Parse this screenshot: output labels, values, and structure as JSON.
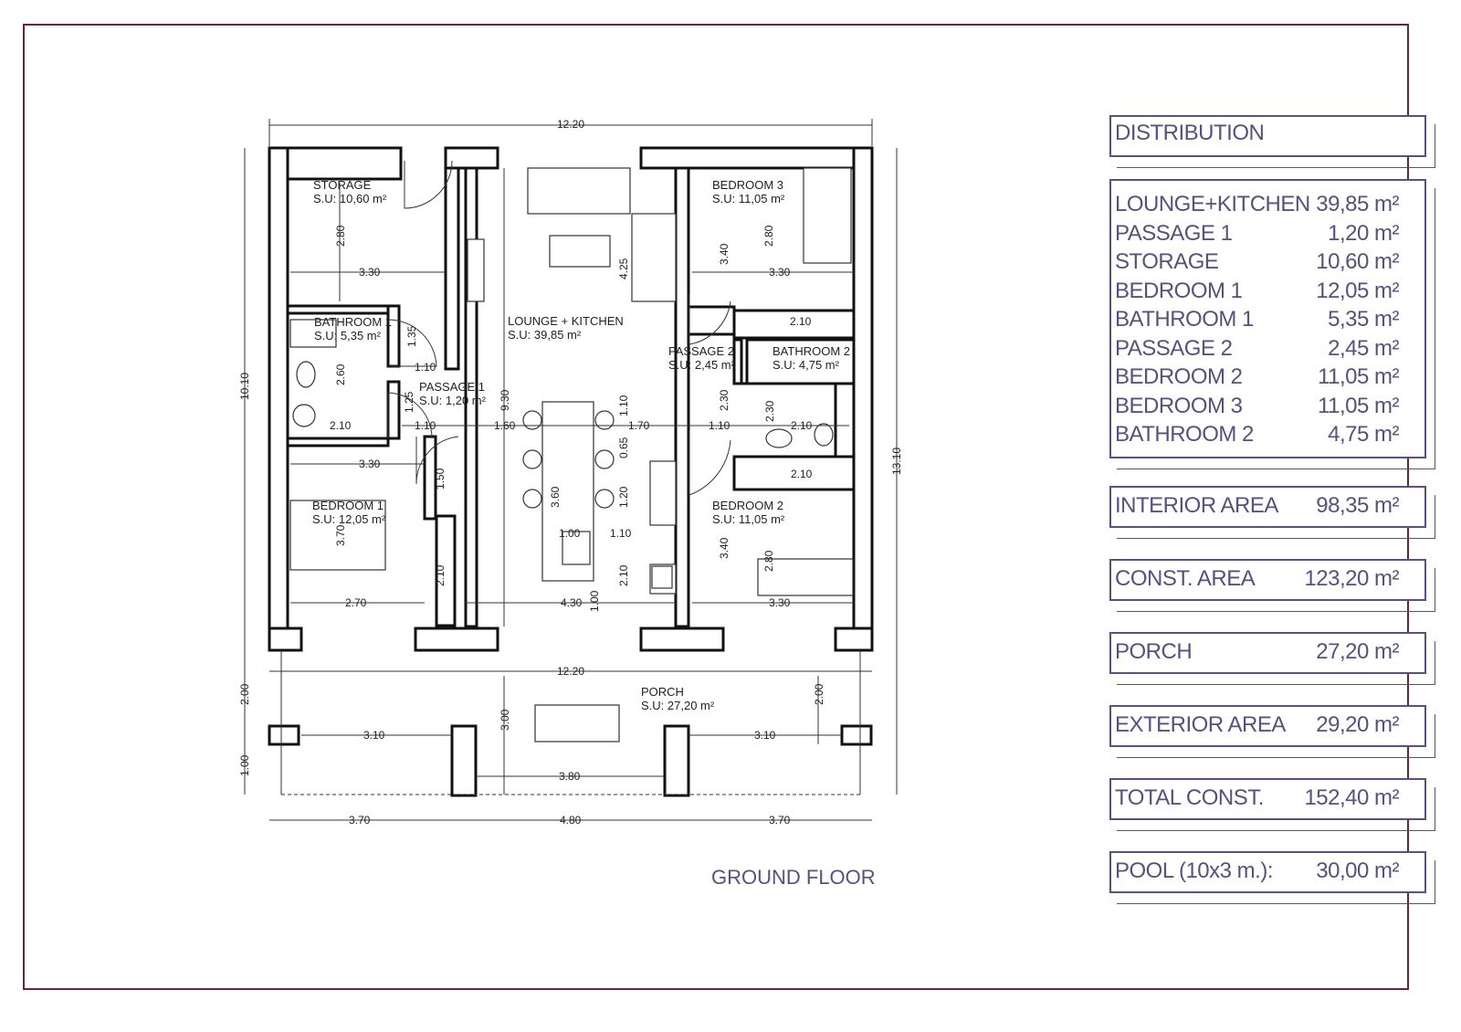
{
  "drawing_title": "GROUND FLOOR",
  "overall_dims": {
    "top_width": "12.20",
    "porch_width": "12.20",
    "left_height": "10.10",
    "right_height": "13.10",
    "porch_depth_left": "2.00",
    "porch_extra_left": "1.00",
    "bottom_left": "3.70",
    "bottom_mid": "4.80",
    "bottom_right": "3.70"
  },
  "rooms": {
    "storage": {
      "name": "STORAGE",
      "area": "S.U: 10,60 m²"
    },
    "bathroom1": {
      "name": "BATHROOM 1",
      "area": "S.U: 5,35 m²"
    },
    "passage1": {
      "name": "PASSAGE 1",
      "area": "S.U: 1,20 m²"
    },
    "bedroom1": {
      "name": "BEDROOM 1",
      "area": "S.U: 12,05 m²"
    },
    "lounge": {
      "name": "LOUNGE + KITCHEN",
      "area": "S.U: 39,85 m²"
    },
    "bedroom3": {
      "name": "BEDROOM 3",
      "area": "S.U: 11,05 m²"
    },
    "passage2": {
      "name": "PASSAGE 2",
      "area": "S.U: 2,45 m²"
    },
    "bathroom2": {
      "name": "BATHROOM 2",
      "area": "S.U: 4,75 m²"
    },
    "bedroom2": {
      "name": "BEDROOM 2",
      "area": "S.U: 11,05 m²"
    },
    "porch": {
      "name": "PORCH",
      "area": "S.U: 27,20 m²"
    }
  },
  "inner_dims": {
    "storage_w": "3.30",
    "storage_h": "2.80",
    "bath1_h": "2.60",
    "bath1_w": "2.10",
    "p1_a": "1.35",
    "p1_b": "1.10",
    "p1_c": "1.25",
    "p1_d": "1.10",
    "bed1_w": "3.30",
    "bed1_h": "3.70",
    "bed1_w2": "2.70",
    "bed1_d1": "1.50",
    "bed1_d2": "2.10",
    "lounge_h": "9.30",
    "lounge_k": "4.25",
    "lounge_w": "4.30",
    "lounge_a": "1.60",
    "lounge_b": "1.10",
    "lounge_c": "0.65",
    "lounge_d": "1.70",
    "lounge_e": "3.60",
    "lounge_f": "1.20",
    "lounge_g": "1.00",
    "lounge_h2": "1.10",
    "lounge_i": "2.10",
    "lounge_j": "1.00",
    "bed3_w": "3.30",
    "bed3_h": "2.80",
    "bed3_h2": "3.40",
    "p2_w": "2.10",
    "p2_h": "2.30",
    "p2_b": "1.10",
    "bath2_w": "2.10",
    "bath2_h": "2.30",
    "bed2_top": "2.10",
    "bed2_h": "3.40",
    "bed2_h2": "2.80",
    "bed2_w": "3.30",
    "porch_l": "3.10",
    "porch_r": "3.10",
    "porch_mid": "3.80",
    "porch_depth": "3.00",
    "porch_r_depth": "2.00"
  },
  "distribution": {
    "header": "DISTRIBUTION",
    "items": [
      {
        "label": "LOUNGE+KITCHEN",
        "value": "39,85 m²"
      },
      {
        "label": "PASSAGE 1",
        "value": "1,20 m²"
      },
      {
        "label": "STORAGE",
        "value": "10,60 m²"
      },
      {
        "label": "BEDROOM 1",
        "value": "12,05 m²"
      },
      {
        "label": "BATHROOM 1",
        "value": "5,35 m²"
      },
      {
        "label": "PASSAGE 2",
        "value": "2,45 m²"
      },
      {
        "label": "BEDROOM 2",
        "value": "11,05 m²"
      },
      {
        "label": "BEDROOM 3",
        "value": "11,05 m²"
      },
      {
        "label": "BATHROOM 2",
        "value": "4,75 m²"
      }
    ]
  },
  "summary": [
    {
      "label": "INTERIOR AREA",
      "value": "98,35 m²"
    },
    {
      "label": "CONST. AREA",
      "value": "123,20 m²"
    },
    {
      "label": "PORCH",
      "value": "27,20 m²"
    },
    {
      "label": "EXTERIOR AREA",
      "value": "29,20 m²"
    },
    {
      "label": "TOTAL CONST.",
      "value": "152,40 m²"
    },
    {
      "label": "POOL (10x3 m.):",
      "value": "30,00 m²"
    }
  ],
  "colors": {
    "frame": "#6b2630",
    "table_ink": "#5a4f7d"
  }
}
